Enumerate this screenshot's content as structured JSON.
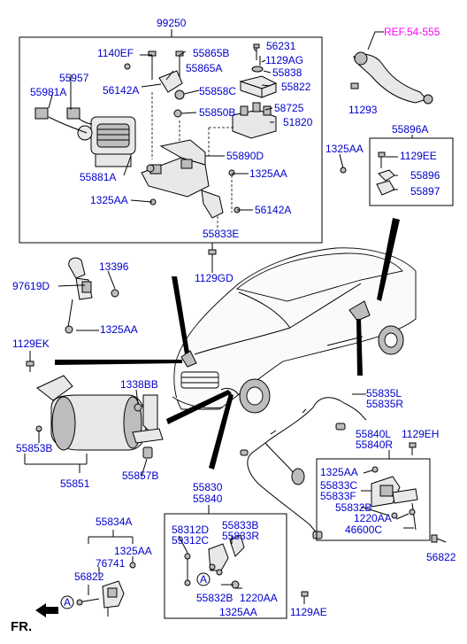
{
  "labels": {
    "assy": "99250",
    "p1140EF": "1140EF",
    "p55865B": "55865B",
    "p56231": "56231",
    "p1129AG": "1129AG",
    "p55865A": "55865A",
    "p55838": "55838",
    "p55957": "55957",
    "p56142A_top": "56142A",
    "p55858C": "55858C",
    "p55822": "55822",
    "p55981A": "55981A",
    "p55850B": "55850B",
    "p58725": "58725",
    "p51820": "51820",
    "p55890D": "55890D",
    "p55881A": "55881A",
    "p1325AA_a": "1325AA",
    "p1325AA_b": "1325AA",
    "p56142A_mid": "56142A",
    "p55833E": "55833E",
    "p1129GD": "1129GD",
    "ref": "REF.54-555",
    "p11293": "11293",
    "p55896A": "55896A",
    "p1325AA_c": "1325AA",
    "p1129EE": "1129EE",
    "p55896": "55896",
    "p55897": "55897",
    "p13396": "13396",
    "p97619D": "97619D",
    "p1325AA_d": "1325AA",
    "p1129EK": "1129EK",
    "p1338BB": "1338BB",
    "p55835L": "55835L",
    "p55835R": "55835R",
    "p55853B": "55853B",
    "p55851": "55851",
    "p55857B": "55857B",
    "p55840L": "55840L",
    "p55840R": "55840R",
    "p1129EH": "1129EH",
    "p1325AA_e": "1325AA",
    "p55833C": "55833C",
    "p55833F": "55833F",
    "p55832B_r": "55832B",
    "p1220AA_r": "1220AA",
    "p46600C": "46600C",
    "p56822_r": "56822",
    "p55830": "55830",
    "p55840": "55840",
    "p58312D": "58312D",
    "p59312C": "59312C",
    "p55833B": "55833B",
    "p55833R": "55833R",
    "circleA_mid": "A",
    "p55832B_m": "55832B",
    "p1220AA_m": "1220AA",
    "p1325AA_m": "1325AA",
    "p1129AE": "1129AE",
    "p55834A": "55834A",
    "p1325AA_l": "1325AA",
    "p76741": "76741",
    "p56822_l": "56822",
    "circleA_left": "A",
    "fr": "FR."
  }
}
